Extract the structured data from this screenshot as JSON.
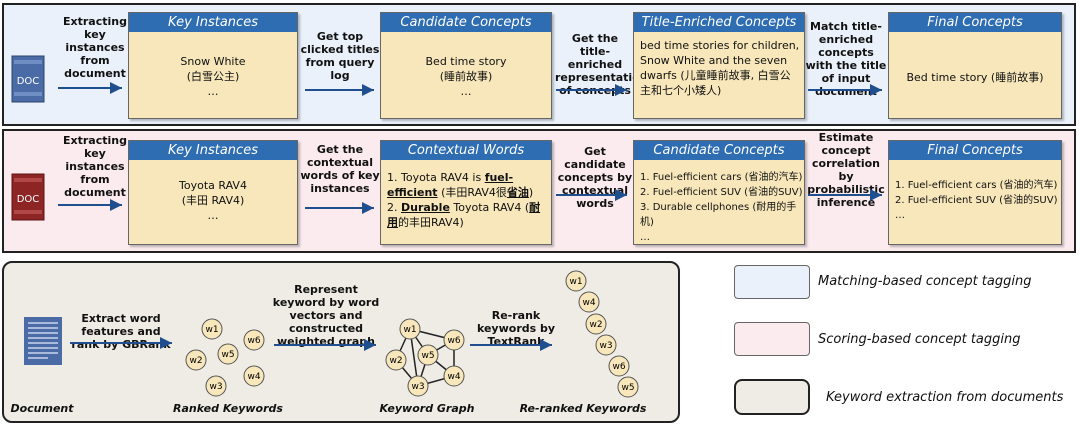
{
  "row1": {
    "box1_title": "Key Instances",
    "box1_lines": [
      "Snow White",
      "(白雪公主)",
      "…"
    ],
    "label1": "Extracting key instances from document",
    "label2": "Get top clicked titles from query log",
    "box2_title": "Candidate Concepts",
    "box2_lines": [
      "Bed time story",
      "(睡前故事)",
      "…"
    ],
    "label3": "Get the title-enriched representation of concepts",
    "box3_title": "Title-Enriched Concepts",
    "box3_text": "bed time stories for children, Snow White and the seven dwarfs (儿童睡前故事, 白雪公主和七个小矮人)",
    "label4": "Match title-enriched concepts with the title of input document",
    "box4_title": "Final Concepts",
    "box4_text": "Bed time story (睡前故事)"
  },
  "row2": {
    "label1": "Extracting key instances from document",
    "box1_title": "Key Instances",
    "box1_lines": [
      "Toyota RAV4",
      "(丰田 RAV4)",
      "…"
    ],
    "label2": "Get the contextual words of key instances",
    "box2_title": "Contextual Words",
    "box2_l1a": "1. Toyota RAV4 is ",
    "box2_l1b": "fuel-efficient",
    "box2_l1c": " (丰田RAV4很",
    "box2_l1d": "省油",
    "box2_l1e": ")",
    "box2_l2a": "2. ",
    "box2_l2b": "Durable",
    "box2_l2c": " Toyota RAV4 (",
    "box2_l2d": "耐用",
    "box2_l2e": "的丰田RAV4)",
    "label3": "Get candidate concepts by contextual words",
    "box3_title": "Candidate Concepts",
    "box3_lines": [
      "1. Fuel-efficient cars (省油的汽车)",
      "2. Fuel-efficient SUV (省油的SUV)",
      "3. Durable cellphones (耐用的手机)",
      "…"
    ],
    "label4": "Estimate concept correlation by probabilistic inference",
    "box4_title": "Final Concepts",
    "box4_lines": [
      "1. Fuel-efficient cars (省油的汽车)",
      "2. Fuel-efficient SUV (省油的SUV)",
      "…"
    ]
  },
  "doc_label": "DOC",
  "row3": {
    "label1": "Extract word features and rank by GBRank",
    "label2": "Represent keyword by word vectors and constructed weighted graph",
    "label3": "Re-rank keywords by TextRank",
    "cap_doc": "Document",
    "cap_ranked": "Ranked Keywords",
    "cap_graph": "Keyword Graph",
    "cap_reranked": "Re-ranked Keywords",
    "nodes": [
      "w1",
      "w2",
      "w3",
      "w4",
      "w5",
      "w6"
    ],
    "reranked_order": [
      "w1",
      "w4",
      "w2",
      "w3",
      "w6",
      "w5"
    ]
  },
  "legend": {
    "matching": "Matching-based concept tagging",
    "scoring": "Scoring-based concept tagging",
    "keyword": "Keyword extraction from documents"
  },
  "colors": {
    "matching_bg": "#eaf1fb",
    "scoring_bg": "#fbebee",
    "keyword_bg": "#eeece4",
    "header_blue": "#2f6db3",
    "box_fill": "#f7e7bb",
    "arrow": "#1f4f8f",
    "doc_blue": "#4b6ba6",
    "doc_red": "#8e2525"
  }
}
